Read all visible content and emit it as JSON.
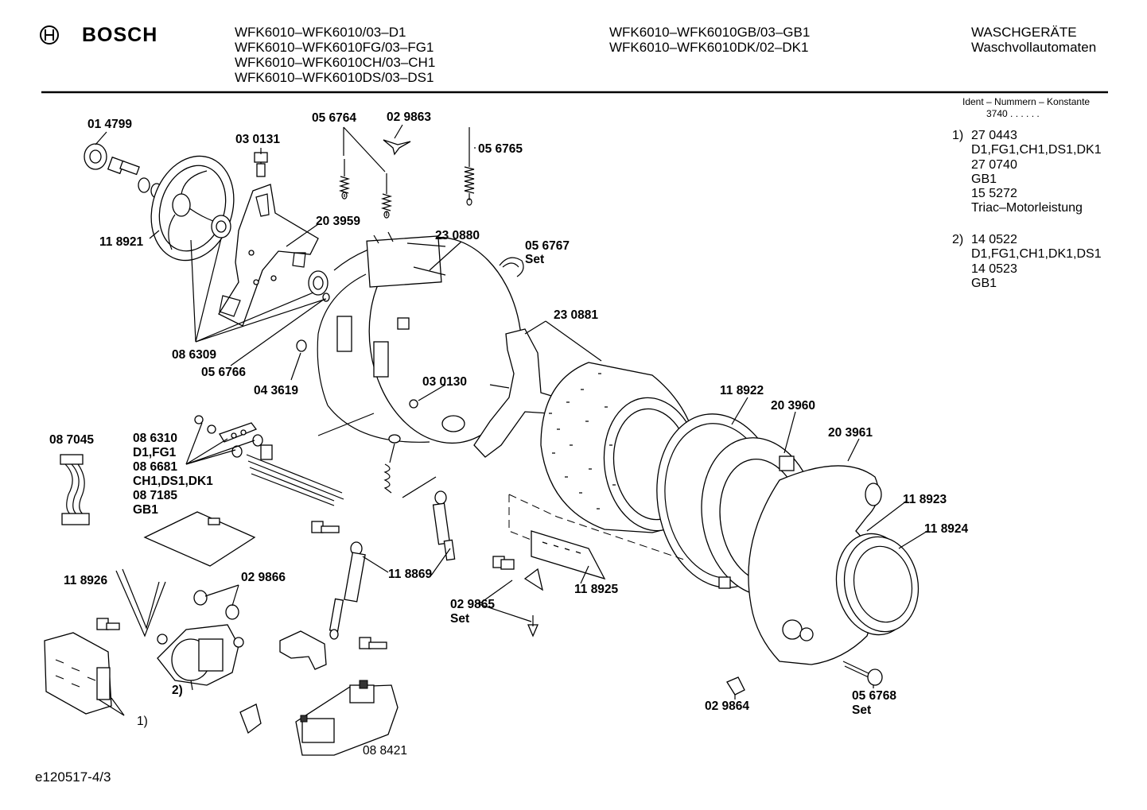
{
  "header": {
    "brand": "BOSCH",
    "models_col1": [
      "WFK6010–WFK6010/03–D1",
      "WFK6010–WFK6010FG/03–FG1",
      "WFK6010–WFK6010CH/03–CH1",
      "WFK6010–WFK6010DS/03–DS1"
    ],
    "models_col2": [
      "WFK6010–WFK6010GB/03–GB1",
      "WFK6010–WFK6010DK/02–DK1"
    ],
    "category": "WASCHGERÄTE",
    "subcategory": "Waschvollautomaten"
  },
  "ident": {
    "title": "Ident – Nummern – Konstante",
    "constant": "3740 . . . . . .",
    "notes": [
      {
        "num": "1)",
        "lines": [
          "27 0443",
          "D1,FG1,CH1,DS1,DK1",
          "27 0740",
          "GB1",
          "15 5272",
          "Triac–Motorleistung"
        ]
      },
      {
        "num": "2)",
        "lines": [
          "14 0522",
          "D1,FG1,CH1,DK1,DS1",
          "14 0523",
          "GB1"
        ]
      }
    ]
  },
  "parts": {
    "p014799": "01 4799",
    "p030131": "03 0131",
    "p056764": "05 6764",
    "p029863": "02 9863",
    "p056765": "05 6765",
    "p118921": "11 8921",
    "p203959": "20 3959",
    "p230880": "23 0880",
    "p056767": "05 6767",
    "p056767_set": "Set",
    "p086309": "08 6309",
    "p056766": "05 6766",
    "p043619": "04 3619",
    "p230881": "23 0881",
    "p030130": "03 0130",
    "p118922": "11 8922",
    "p203960": "20 3960",
    "p203961": "20 3961",
    "p087045": "08 7045",
    "p086310": "08 6310",
    "p086310_var": "D1,FG1",
    "p086681": "08 6681",
    "p086681_var": "CH1,DS1,DK1",
    "p087185": "08 7185",
    "p087185_var": "GB1",
    "p118923": "11 8923",
    "p118924": "11 8924",
    "p118926": "11 8926",
    "p029866": "02 9866",
    "p118869": "11 8869",
    "p029865": "02 9865",
    "p029865_set": "Set",
    "p118925": "11 8925",
    "ref2": "2)",
    "ref1": "1)",
    "p029864": "02 9864",
    "p056768": "05 6768",
    "p056768_set": "Set",
    "p088421": "08 8421"
  },
  "footer": {
    "doc_code": "e120517-4/3"
  }
}
